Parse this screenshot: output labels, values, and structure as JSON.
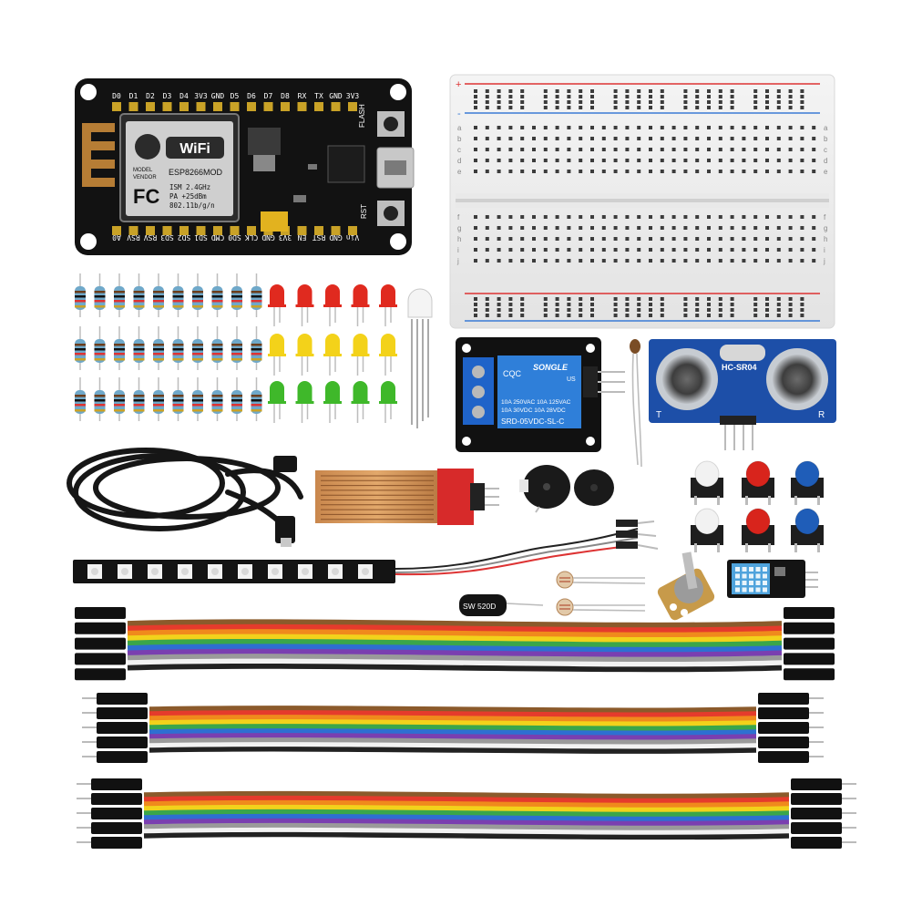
{
  "nodemcu": {
    "top_pins": [
      "D0",
      "D1",
      "D2",
      "D3",
      "D4",
      "3V3",
      "GND",
      "D5",
      "D6",
      "D7",
      "D8",
      "RX",
      "TX",
      "GND",
      "3V3"
    ],
    "bottom_pins": [
      "A0",
      "RSV",
      "RSV",
      "SD3",
      "SD2",
      "SD1",
      "CMD",
      "SD0",
      "CLK",
      "GND",
      "3V3",
      "EN",
      "RST",
      "GND",
      "Vin"
    ],
    "wifi": "WiFi",
    "module": "ESP8266MOD",
    "model_label": "MODEL",
    "vendor_label": "VENDOR",
    "fc": "FC",
    "spec1": "ISM 2.4GHz",
    "spec2": "PA +25dBm",
    "spec3": "802.11b/g/n",
    "flash": "FLASH",
    "rst": "RST"
  },
  "breadboard": {
    "row_letters_top": [
      "a",
      "b",
      "c",
      "d",
      "e"
    ],
    "row_letters_bottom": [
      "f",
      "g",
      "h",
      "i",
      "j"
    ],
    "plus": "+",
    "minus": "-"
  },
  "relay": {
    "brand": "SONGLE",
    "line1": "10A 250VAC 10A 125VAC",
    "line2": "10A 30VDC  10A 28VDC",
    "model": "SRD-05VDC-SL-C",
    "cqc": "CQC",
    "us": "US"
  },
  "ultrasonic": {
    "model": "HC-SR04",
    "t": "T",
    "r": "R"
  },
  "capacitor": {
    "label": "SW 520D"
  },
  "colors": {
    "led_rows": [
      "#e02a1f",
      "#f3d21a",
      "#3fb82a"
    ],
    "buttons": [
      "#f2f2f2",
      "#d8241c",
      "#1f5db8"
    ],
    "ribbon": [
      "#8b5a2b",
      "#e53b2c",
      "#f08a1c",
      "#f2d21b",
      "#3aa64a",
      "#2e6fd1",
      "#7a3fb0",
      "#9a9a9a",
      "#f2f2f2",
      "#222222"
    ]
  }
}
